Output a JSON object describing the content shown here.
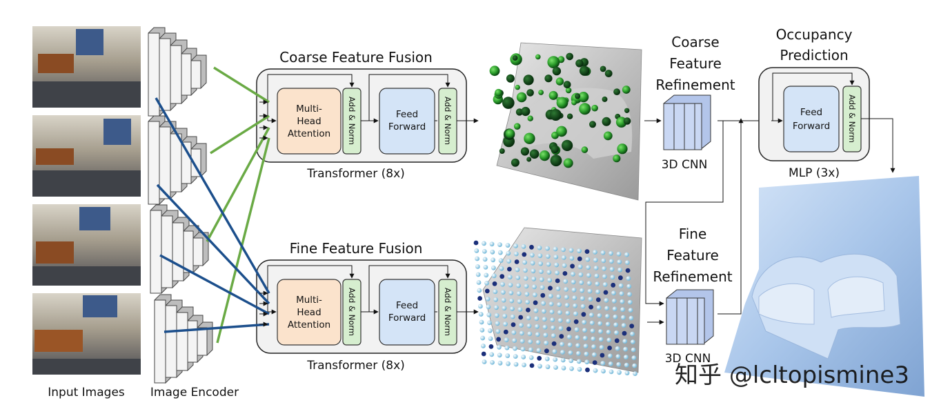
{
  "labels": {
    "input_images": "Input Images",
    "image_encoder": "Image Encoder",
    "coarse_fusion_title": "Coarse Feature Fusion",
    "fine_fusion_title": "Fine Feature Fusion",
    "transformer_top": "Transformer (8x)",
    "transformer_bottom": "Transformer (8x)",
    "multi_head": [
      "Multi-",
      "Head",
      "Attention"
    ],
    "add_norm": "Add & Norm",
    "feed_forward": [
      "Feed",
      "Forward"
    ],
    "coarse_refinement": [
      "Coarse",
      "Feature",
      "Refinement"
    ],
    "fine_refinement": [
      "Fine",
      "Feature",
      "Refinement"
    ],
    "cnn_top": "3D CNN",
    "cnn_bottom": "3D CNN",
    "occupancy": [
      "Occupancy",
      "Prediction"
    ],
    "mlp": "MLP (3x)"
  },
  "watermark": "知乎 @lcltopismine3",
  "colors": {
    "attention_fill": "#fbe3cc",
    "addnorm_fill": "#d6eecf",
    "ff_fill": "#d4e4f7",
    "panel_fill": "#f2f2f2",
    "green_line": "#6aaa45",
    "blue_line": "#1c4f8c",
    "cnn_fill": "#c9d7f3",
    "mesh_blue": "#a9c6ea"
  }
}
